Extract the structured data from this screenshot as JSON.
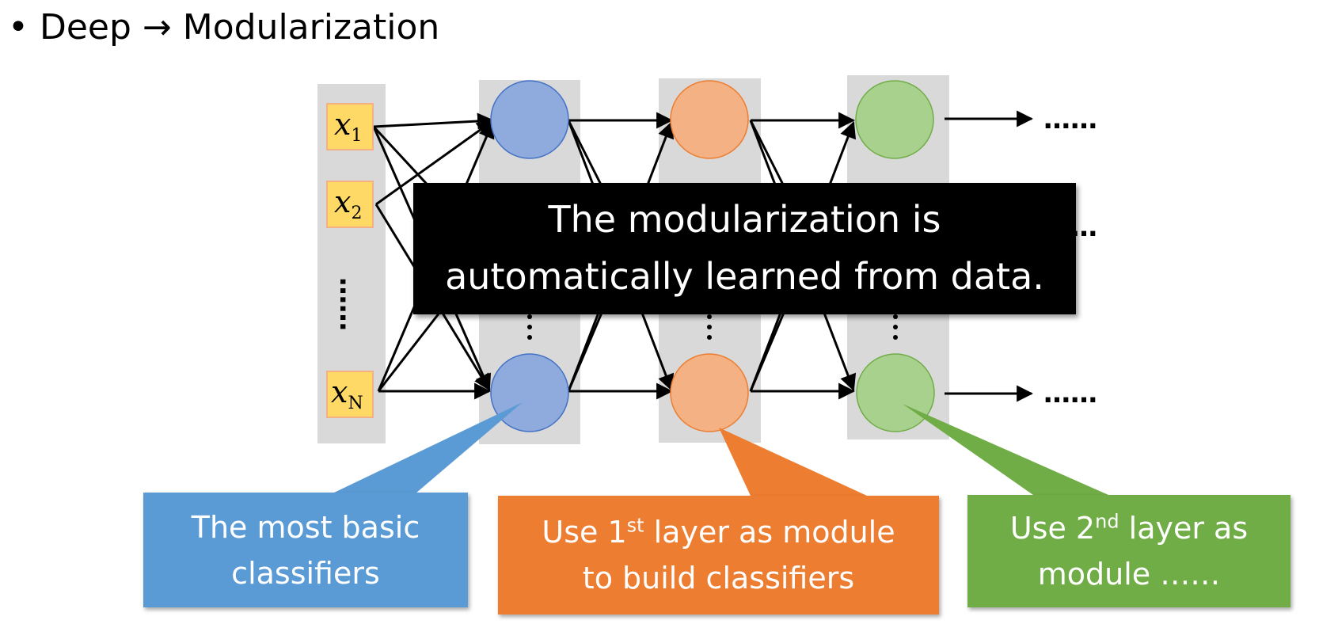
{
  "heading": {
    "bullet": "•",
    "text": "Deep → Modularization"
  },
  "inputs": [
    {
      "var": "x",
      "sub": "1"
    },
    {
      "var": "x",
      "sub": "2"
    },
    {
      "var": "x",
      "sub": "N"
    }
  ],
  "ellipsis_vertical": "……",
  "output_dots": [
    "……",
    "……",
    "……"
  ],
  "overlay": {
    "line1": "The modularization is",
    "line2": "automatically learned from data."
  },
  "callouts": {
    "basic": {
      "line1": "The most basic",
      "line2": "classifiers"
    },
    "first": {
      "pre": "Use 1",
      "sup": "st",
      "post": " layer as module",
      "line2": "to build classifiers"
    },
    "second": {
      "pre": "Use 2",
      "sup": "nd",
      "post": " layer as",
      "line2": "module ……"
    }
  },
  "colors": {
    "column_bg": "#d9d9d9",
    "input_fill": "#ffd966",
    "input_border": "#f4b183",
    "layer1_fill": "#8faadc",
    "layer1_border": "#4472c4",
    "layer2_fill": "#f4b183",
    "layer2_border": "#ed7d31",
    "layer3_fill": "#a9d18e",
    "layer3_border": "#70ad47",
    "callout_blue": "#5b9bd5",
    "callout_orange": "#ed7d31",
    "callout_green": "#70ad47",
    "overlay_bg": "#000000"
  }
}
